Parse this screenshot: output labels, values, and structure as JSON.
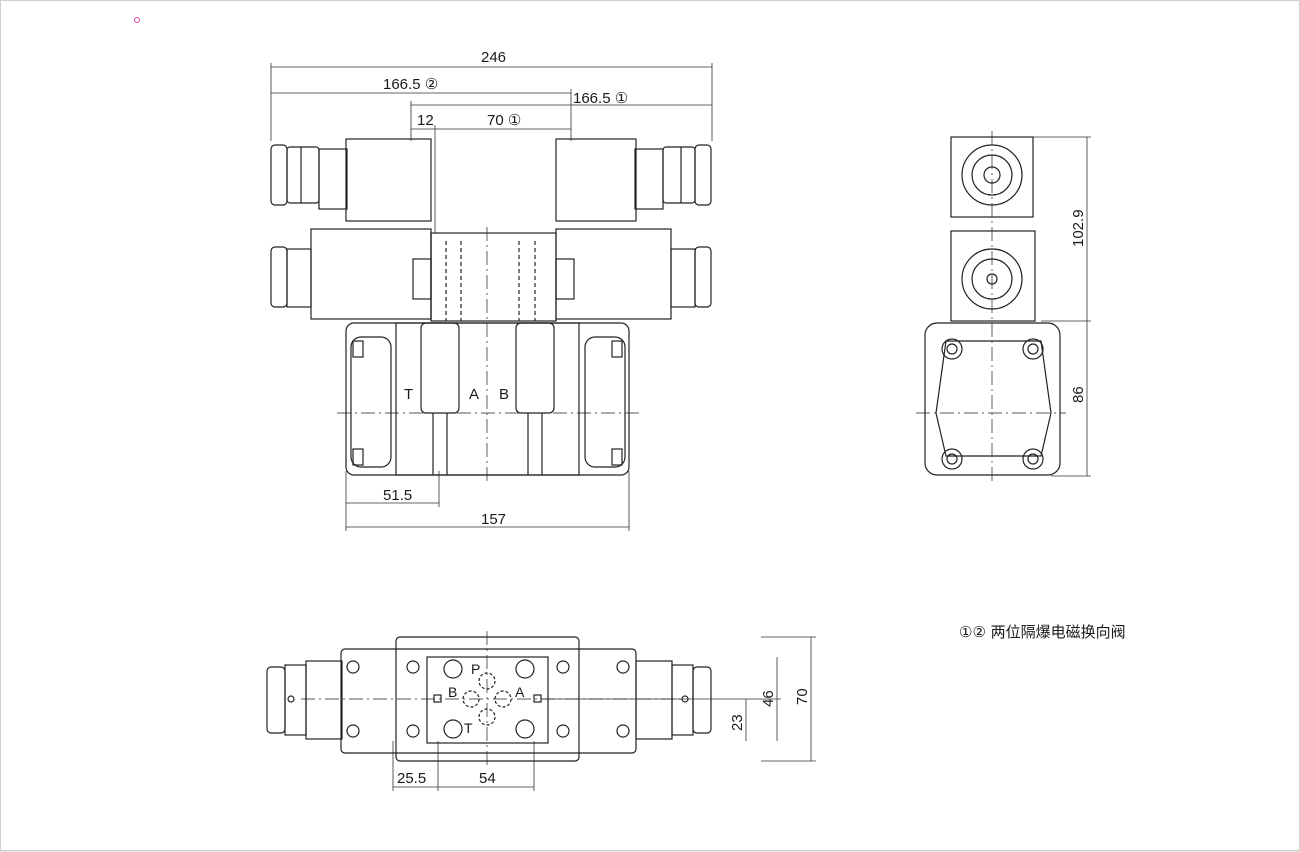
{
  "colors": {
    "line": "#222222",
    "dim": "#333333",
    "background": "#ffffff",
    "frame": "#cfcfcf",
    "accent_mark": "#e040a0"
  },
  "front_view": {
    "dim_overall": "246",
    "dim_solenoid_2": "166.5 ②",
    "dim_solenoid_1": "166.5 ①",
    "dim_offset": "12",
    "dim_center": "70 ①",
    "dim_port_t": "51.5",
    "dim_body": "157",
    "port_t": "T",
    "port_a": "A",
    "port_b": "B"
  },
  "side_view": {
    "dim_solenoid_height": "102.9",
    "dim_body_height": "86"
  },
  "bottom_view": {
    "port_p": "P",
    "port_a": "A",
    "port_b": "B",
    "port_t": "T",
    "dim_height_70": "70",
    "dim_height_46": "46",
    "dim_height_23": "23",
    "dim_offset": "25.5",
    "dim_pitch": "54"
  },
  "legend": {
    "text": "①② 两位隔爆电磁换向阀"
  }
}
